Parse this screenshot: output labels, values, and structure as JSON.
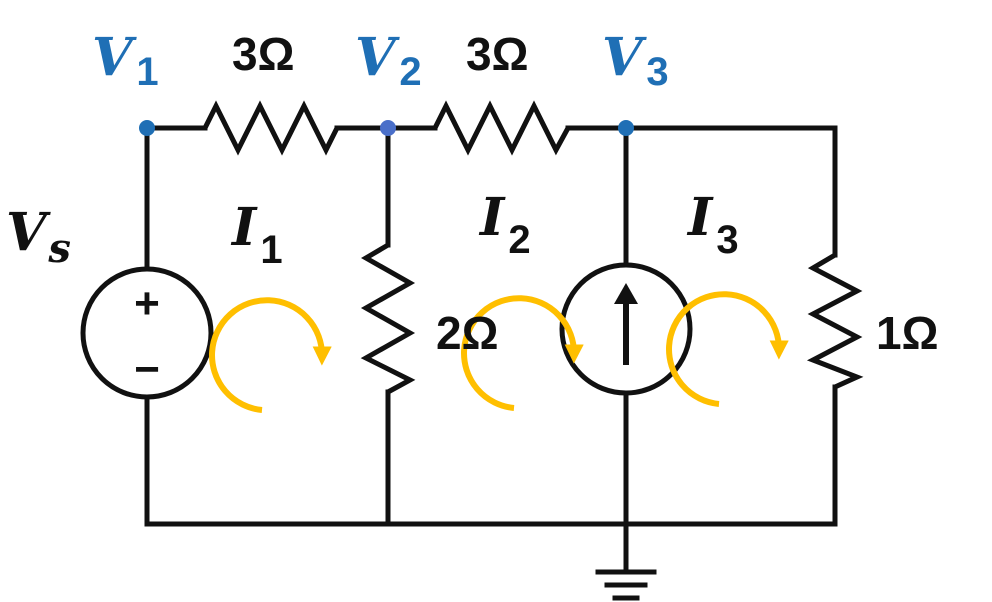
{
  "colors": {
    "wire": "#111111",
    "node_label": "#1f6fb5",
    "node_dot": "#1f6fb5",
    "node_dot_v2": "#4a6fc9",
    "loop_arrow": "#ffbf00"
  },
  "nodes": {
    "v1": {
      "letter": "V",
      "sub": "1"
    },
    "v2": {
      "letter": "V",
      "sub": "2"
    },
    "v3": {
      "letter": "V",
      "sub": "3"
    }
  },
  "resistors": {
    "r12": "3Ω",
    "r23": "3Ω",
    "r2_shunt": "2Ω",
    "r1_shunt": "1Ω"
  },
  "source": {
    "letter": "V",
    "sub": "s",
    "plus": "+",
    "minus": "−"
  },
  "currents": {
    "i1": {
      "letter": "I",
      "sub": "1"
    },
    "i2": {
      "letter": "I",
      "sub": "2"
    },
    "i3": {
      "letter": "I",
      "sub": "3"
    }
  },
  "icons": {
    "ground": "ground-icon",
    "current_source_arrow": "arrow-up-icon",
    "loop": "clockwise-loop-arrow-icon"
  }
}
